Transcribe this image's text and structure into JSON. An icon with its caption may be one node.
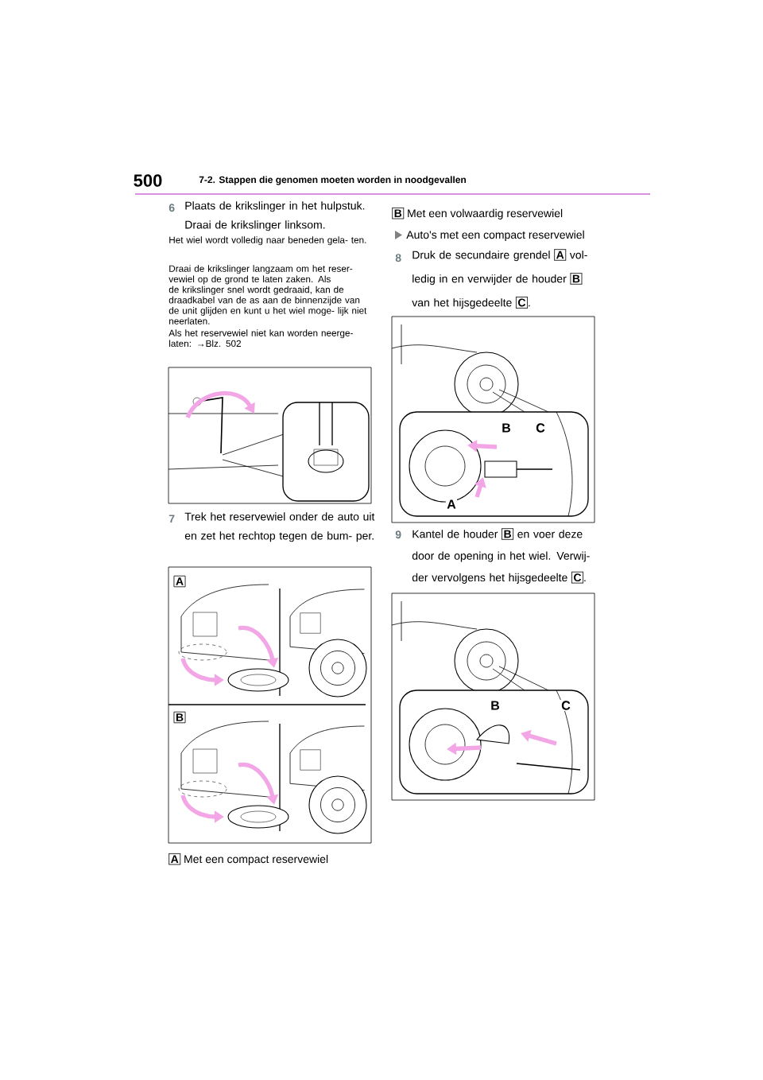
{
  "diagram": {
    "labels": [
      "500",
      "7-2. Stappen die genomen moeten worden in noodgevallen",
      "6",
      "Plaats de krikslinger in het hulpstuk. Draai de krikslinger linksom.",
      "Het wiel wordt volledig naar beneden gela- ten.",
      "Draai de krikslinger langzaam om het reser- vewiel op de grond te laten zaken. Als de krikslinger snel wordt gedraaid, kan de draadkabel van de as aan de binnenzijde van de unit glijden en kunt u het wiel moge- lijk niet neerlaten.",
      "Als het reservewiel niet kan worden neerge- laten: →Blz. 502",
      "7",
      "Trek het reservewiel onder de auto uit en zet het rechtop tegen de bum- per.",
      "A",
      "B",
      "A",
      "Met een compact reservewiel",
      "B",
      "Met een volwaardig reservewiel",
      "Auto's met een compact reservewiel",
      "8",
      "Druk de secundaire grendel",
      "A",
      "vol- ledig in en verwijder de houder",
      "B",
      "van het hijsgedeelte",
      "C",
      ".",
      "B",
      "C",
      "A",
      "9",
      "Kantel de houder",
      "B",
      "en voer deze door de opening in het wiel. Verwij- der vervolgens het hijsgedeelte",
      "C",
      ".",
      "B",
      "C"
    ]
  }
}
